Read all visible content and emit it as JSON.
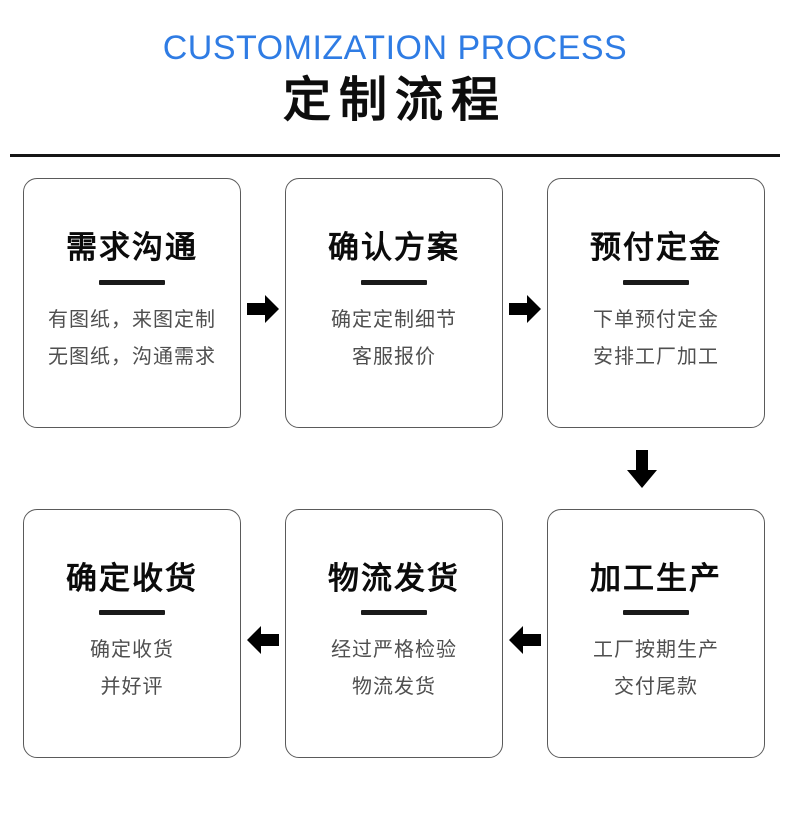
{
  "header": {
    "title_en": "CUSTOMIZATION PROCESS",
    "title_cn": "定制流程",
    "accent_color": "#2f7ce4",
    "rule_color": "#161616"
  },
  "colors": {
    "card_border": "#5a5a5a",
    "card_title": "#0b0b0b",
    "card_body": "#4f4f4f",
    "divider": "#1a1a1a",
    "arrow": "#000000",
    "background": "#ffffff"
  },
  "flow": {
    "steps": [
      {
        "index": 1,
        "title": "需求沟通",
        "lines": [
          "有图纸，来图定制",
          "无图纸，沟通需求"
        ]
      },
      {
        "index": 2,
        "title": "确认方案",
        "lines": [
          "确定定制细节",
          "客服报价"
        ]
      },
      {
        "index": 3,
        "title": "预付定金",
        "lines": [
          "下单预付定金",
          "安排工厂加工"
        ]
      },
      {
        "index": 4,
        "title": "加工生产",
        "lines": [
          "工厂按期生产",
          "交付尾款"
        ]
      },
      {
        "index": 5,
        "title": "物流发货",
        "lines": [
          "经过严格检验",
          "物流发货"
        ]
      },
      {
        "index": 6,
        "title": "确定收货",
        "lines": [
          "确定收货",
          "并好评"
        ]
      }
    ],
    "connectors": [
      {
        "name": "arrow-right-step1-step2",
        "direction": "right"
      },
      {
        "name": "arrow-right-step2-step3",
        "direction": "right"
      },
      {
        "name": "arrow-down-step3-step4",
        "direction": "down"
      },
      {
        "name": "arrow-left-step4-step5",
        "direction": "left"
      },
      {
        "name": "arrow-left-step5-step6",
        "direction": "left"
      }
    ]
  }
}
